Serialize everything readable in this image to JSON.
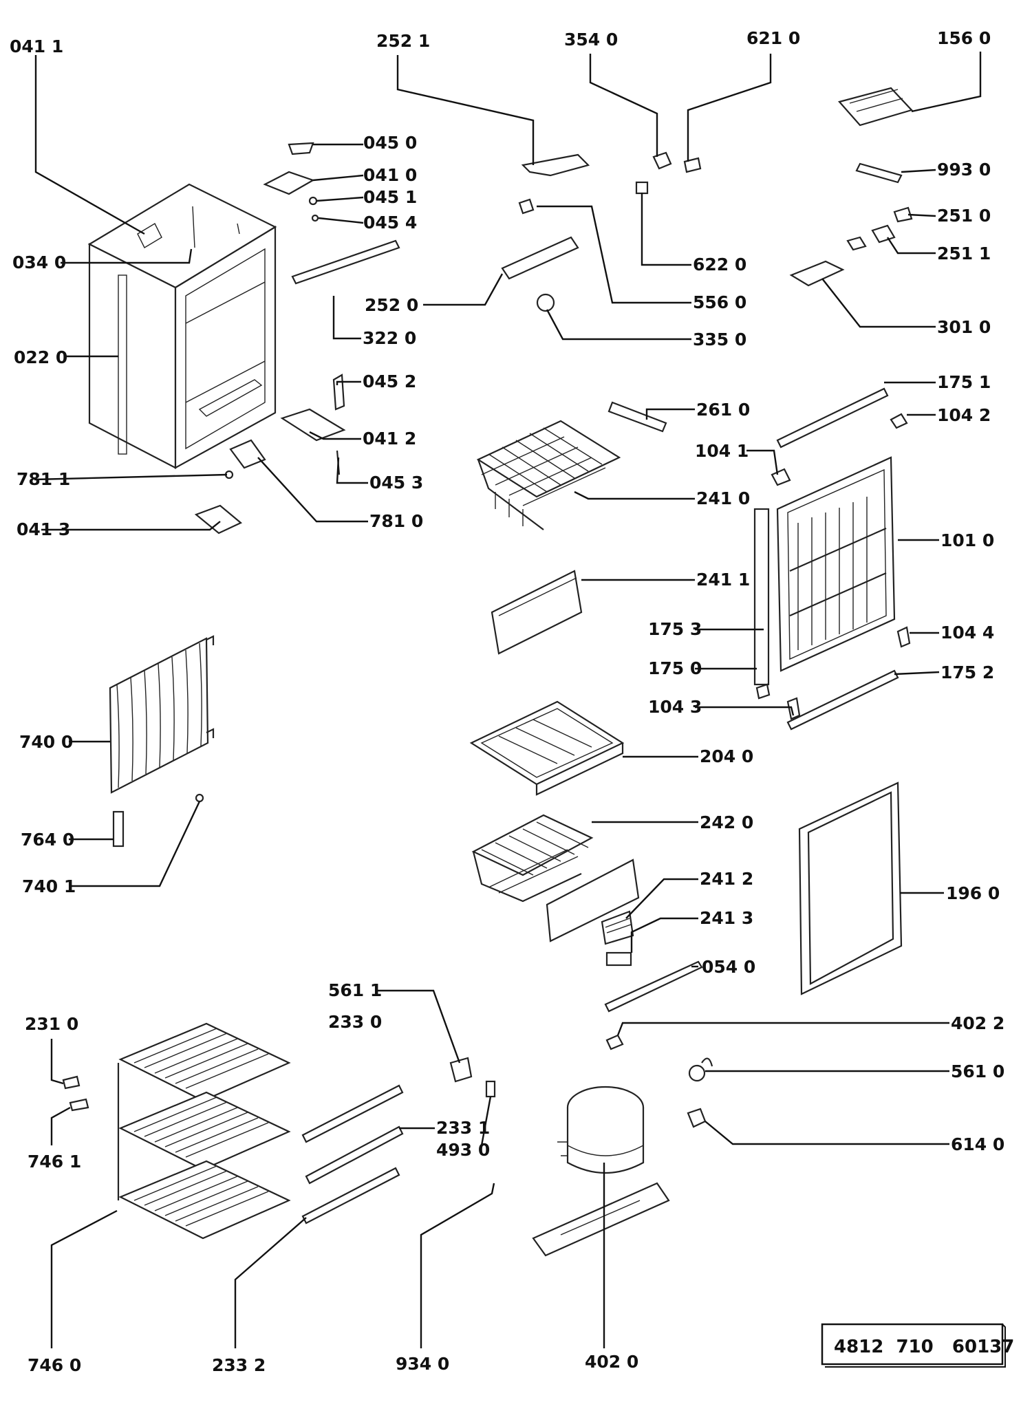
{
  "labels": {
    "l0411": "041 1",
    "l2521": "252 1",
    "l3540": "354 0",
    "l6210": "621 0",
    "l1560": "156 0",
    "l0450": "045 0",
    "l0410": "041 0",
    "l0451": "045 1",
    "l0454": "045 4",
    "l9930": "993 0",
    "l2510": "251 0",
    "l2511": "251 1",
    "l0340": "034 0",
    "l6220": "622 0",
    "l2520": "252 0",
    "l5560": "556 0",
    "l3220": "322 0",
    "l3350": "335 0",
    "l3010": "301 0",
    "l0220": "022 0",
    "l0452": "045 2",
    "l1751": "175 1",
    "l2610": "261 0",
    "l1042": "104 2",
    "l0412": "041 2",
    "l1041": "104 1",
    "l7811": "781 1",
    "l0453": "045 3",
    "l2410": "241 0",
    "l0413": "041 3",
    "l7810": "781 0",
    "l1010": "101 0",
    "l2411": "241 1",
    "l1753": "175 3",
    "l1044": "104 4",
    "l1750": "175 0",
    "l1752": "175 2",
    "l7400": "740 0",
    "l1043": "104 3",
    "l2040": "204 0",
    "l7640": "764 0",
    "l2420": "242 0",
    "l7401": "740 1",
    "l2412": "241 2",
    "l1960": "196 0",
    "l2413": "241 3",
    "l0540": "054 0",
    "l5611": "561 1",
    "l2330": "233 0",
    "l2310": "231 0",
    "l4022": "402 2",
    "l5610": "561 0",
    "l2331": "233 1",
    "l4930": "493 0",
    "l6140": "614 0",
    "l7461": "746 1",
    "l7460": "746 0",
    "l2332": "233 2",
    "l9340": "934 0",
    "l4020": "402 0"
  },
  "footer": {
    "code": "4812  710   60137"
  }
}
